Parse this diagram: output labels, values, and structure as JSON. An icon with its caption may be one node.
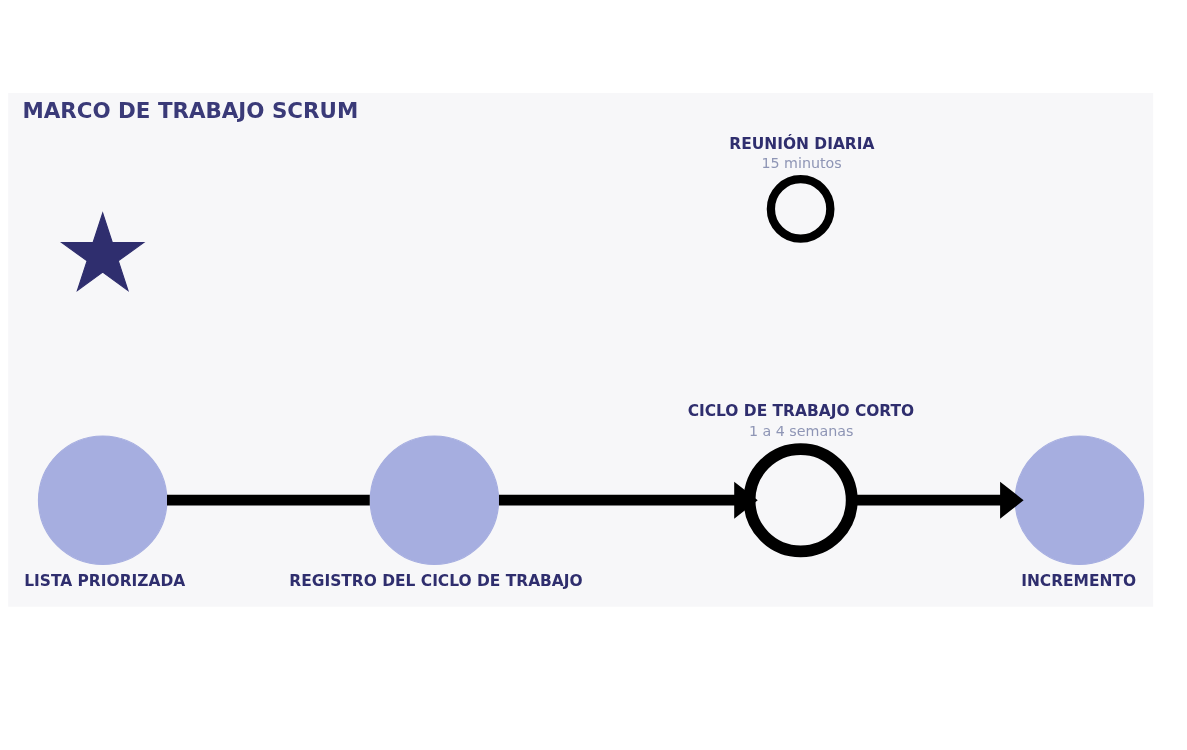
{
  "diagram": {
    "title": "MARCO DE TRABAJO SCRUM",
    "nodes": [
      {
        "text": [],
        "shape": "star"
      },
      {
        "text": [
          "LISTA PRIORIZADA"
        ]
      },
      {
        "text": [
          "REGISTRO DEL CICLO DE TRABAJO"
        ]
      },
      {
        "text": [
          "CICLO DE TRABAJO CORTO"
        ],
        "beside": [
          "1 a 4 semanas"
        ]
      },
      {
        "text": [
          "REUNIÓN DIARIA"
        ],
        "beside": [
          "15 minutos"
        ]
      },
      {
        "text": [
          "INCREMENTO"
        ]
      }
    ],
    "edges": [
      {
        "from": 1,
        "to": 2,
        "arrow": "none"
      },
      {
        "from": 2,
        "to": 3,
        "arrow": "to"
      },
      {
        "from": 3,
        "to": 5,
        "arrow": "to"
      }
    ]
  }
}
